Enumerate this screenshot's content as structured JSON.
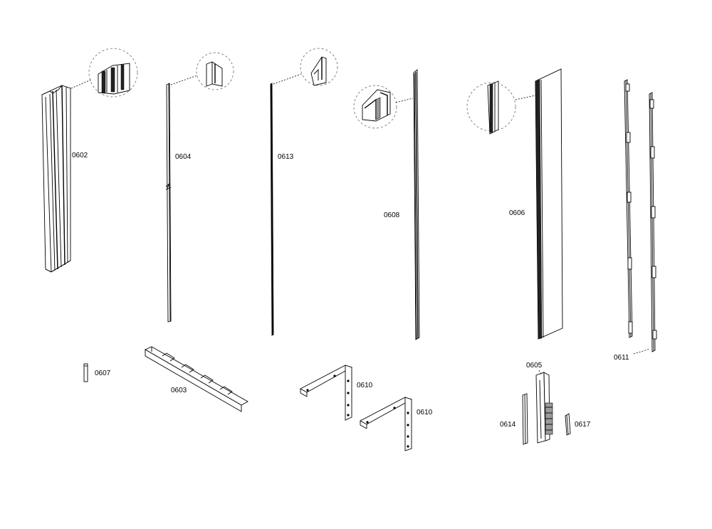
{
  "parts": [
    {
      "id": "part-0602",
      "number": "0602"
    },
    {
      "id": "part-0604",
      "number": "0604"
    },
    {
      "id": "part-0613",
      "number": "0613"
    },
    {
      "id": "part-0608",
      "number": "0608"
    },
    {
      "id": "part-0606",
      "number": "0606"
    },
    {
      "id": "part-0611",
      "number": "0611"
    },
    {
      "id": "part-0607",
      "number": "0607"
    },
    {
      "id": "part-0603",
      "number": "0603"
    },
    {
      "id": "part-0610a",
      "number": "0610"
    },
    {
      "id": "part-0610b",
      "number": "0610"
    },
    {
      "id": "part-0605",
      "number": "0605"
    },
    {
      "id": "part-0614",
      "number": "0614"
    },
    {
      "id": "part-0617",
      "number": "0617"
    }
  ],
  "colors": {
    "line": "#000000",
    "background": "#ffffff",
    "detail_circle": "#777777"
  }
}
